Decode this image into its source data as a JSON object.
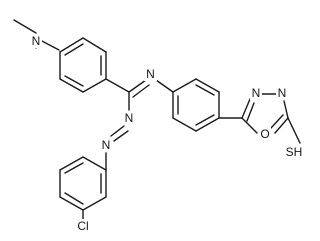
{
  "atoms": {
    "n_dimethyl": "N",
    "n_imine": "N",
    "n_azo_1": "N",
    "n_azo_2": "N",
    "chlorine": "Cl",
    "n_oxadiazole_3": "N",
    "n_oxadiazole_4": "N",
    "o_oxadiazole": "O",
    "thiol": "SH"
  },
  "colors": {
    "bond": "#1a1a1a",
    "background": "#ffffff"
  }
}
